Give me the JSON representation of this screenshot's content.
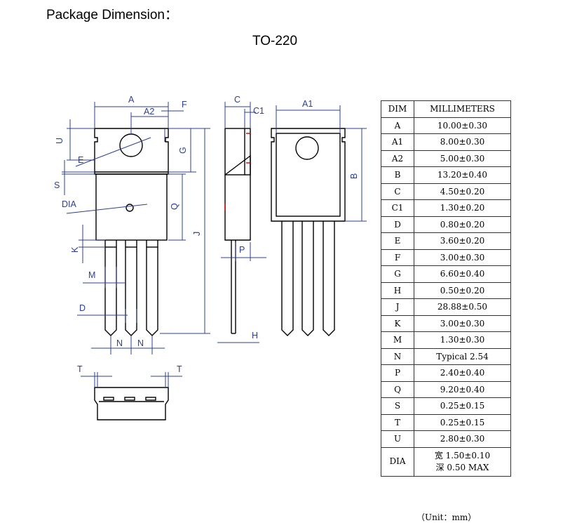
{
  "title": "Package Dimension：",
  "package": "TO-220",
  "unit_note": "（Unit：mm）",
  "drawing_labels": {
    "A": "A",
    "A2": "A2",
    "F": "F",
    "U": "U",
    "E": "E",
    "G": "G",
    "S": "S",
    "DIA": "DIA",
    "Q": "Q",
    "J": "J",
    "K": "K",
    "M": "M",
    "D": "D",
    "N": "N",
    "C": "C",
    "C1": "C1",
    "P": "P",
    "H": "H",
    "A1": "A1",
    "B": "B",
    "T": "T"
  },
  "table": {
    "headers": [
      "DIM",
      "MILLIMETERS"
    ],
    "rows": [
      {
        "dim": "A",
        "value": "10.00±0.30"
      },
      {
        "dim": "A1",
        "value": "8.00±0.30"
      },
      {
        "dim": "A2",
        "value": "5.00±0.30"
      },
      {
        "dim": "B",
        "value": "13.20±0.40"
      },
      {
        "dim": "C",
        "value": "4.50±0.20"
      },
      {
        "dim": "C1",
        "value": "1.30±0.20"
      },
      {
        "dim": "D",
        "value": "0.80±0.20"
      },
      {
        "dim": "E",
        "value": "3.60±0.20"
      },
      {
        "dim": "F",
        "value": "3.00±0.30"
      },
      {
        "dim": "G",
        "value": "6.60±0.40"
      },
      {
        "dim": "H",
        "value": "0.50±0.20"
      },
      {
        "dim": "J",
        "value": "28.88±0.50"
      },
      {
        "dim": "K",
        "value": "3.00±0.30"
      },
      {
        "dim": "M",
        "value": "1.30±0.30"
      },
      {
        "dim": "N",
        "value": "Typical 2.54"
      },
      {
        "dim": "P",
        "value": "2.40±0.40"
      },
      {
        "dim": "Q",
        "value": "9.20±0.40"
      },
      {
        "dim": "S",
        "value": "0.25±0.15"
      },
      {
        "dim": "T",
        "value": "0.25±0.15"
      },
      {
        "dim": "U",
        "value": "2.80±0.30"
      }
    ],
    "dia": {
      "dim": "DIA",
      "line1": "宽 1.50±0.10",
      "line2": "深 0.50 MAX"
    }
  }
}
